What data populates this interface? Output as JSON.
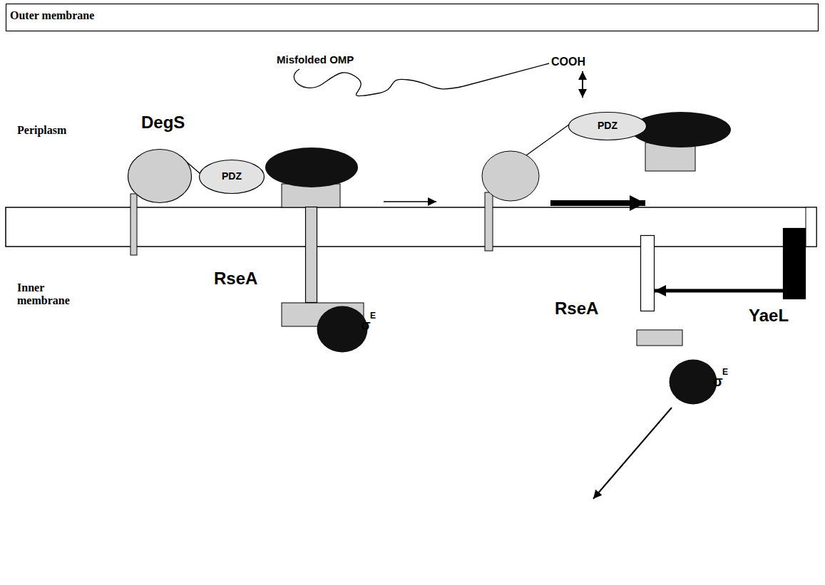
{
  "diagram": {
    "nodes": [
      {
        "text": [
          "Outer membrane"
        ]
      },
      {
        "text": [
          "DegS"
        ]
      },
      {
        "text": [
          "PDZ"
        ]
      },
      {
        "text": [
          "RseA"
        ]
      },
      {
        "text": [
          "σ",
          "E"
        ]
      },
      {
        "text": [
          "PDZ"
        ]
      },
      {
        "text": [
          "RseA"
        ]
      },
      {
        "text": [
          "YaeL"
        ]
      },
      {
        "text": [
          "σ",
          "E"
        ]
      }
    ],
    "edges": [
      {
        "from": 7,
        "to": 6,
        "arrow": "to"
      }
    ],
    "labels": [
      "Misfolded OMP",
      "COOH",
      "Periplasm",
      "Inner membrane"
    ]
  }
}
